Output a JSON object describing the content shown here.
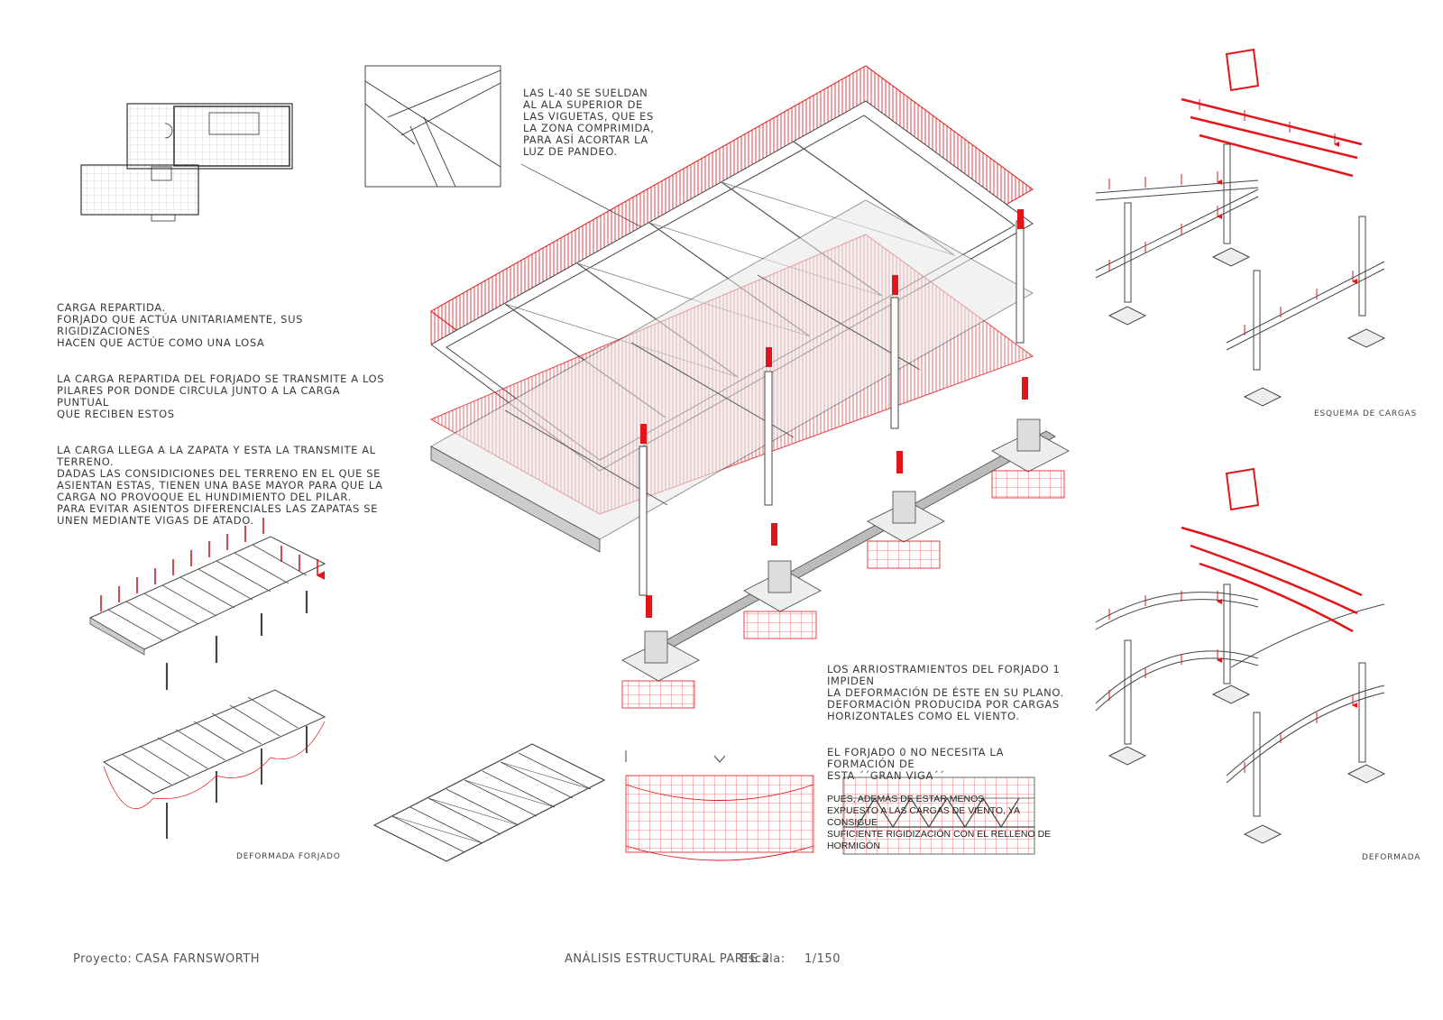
{
  "notes": {
    "pandeo": "LAS L-40  SE SUELDAN\nAL ALA SUPERIOR DE\nLAS VIGUETAS, QUE ES\nLA ZONA COMPRIMIDA,\nPARA ASÍ ACORTAR LA\nLUZ DE PANDEO.",
    "carga_1": "CARGA REPARTIDA.\nFORJADO QUE ACTÚA UNITARIAMENTE, SUS RIGIDIZACIONES\nHACEN QUE ACTÚE COMO UNA LOSA",
    "carga_2": "LA CARGA REPARTIDA DEL FORJADO SE TRANSMITE A LOS\nPILARES POR DONDE CIRCULA JUNTO A LA CARGA PUNTUAL\nQUE RECIBEN ESTOS",
    "carga_3": "LA CARGA LLEGA A LA ZAPATA Y ESTA LA TRANSMITE AL\nTERRENO.\nDADAS LAS CONSIDICIONES DEL TERRENO EN EL QUE SE\nASIENTAN  ESTAS, TIENEN UNA BASE MAYOR PARA QUE LA\nCARGA NO PROVOQUE EL HUNDIMIENTO DEL PILAR.\nPARA EVITAR ASIENTOS DIFERENCIALES LAS ZAPATAS SE\nUNEN MEDIANTE VIGAS DE ATADO.",
    "arriostramiento": "LOS ARRIOSTRAMIENTOS DEL FORJADO 1 IMPIDEN\nLA DEFORMACIÓN DE ÉSTE EN SU PLANO.\nDEFORMACIÓN PRODUCIDA POR CARGAS\nHORIZONTALES COMO EL VIENTO.",
    "forjado_0": "EL FORJADO 0 NO NECESITA LA FORMACIÓN DE\nESTA ´´GRAN VIGA´´",
    "forjado_0_bold": "PUES, ADEMÁS DE ESTAR MENOS\nEXPUESTO A LAS CARGAS DE VIENTO, YA CONSIGUE\nSUFICIENTE RIGIDIZACIÓN CON EL RELLENO DE\nHORMIGÓN"
  },
  "captions": {
    "esquema": "ESQUEMA DE CARGAS",
    "deformada": "DEFORMADA",
    "deformada_forjado": "DEFORMADA FORJADO"
  },
  "footer": {
    "proyecto_label": "Proyecto:",
    "proyecto_value": "CASA FARNSWORTH",
    "sheet_title": "ANÁLISIS ESTRUCTURAL PARTE 2",
    "escala_label": "Escala:",
    "escala_value": "1/150"
  },
  "colors": {
    "ink": "#333333",
    "accent_red": "#e0161b",
    "grey_fill": "#cfcfcf"
  }
}
